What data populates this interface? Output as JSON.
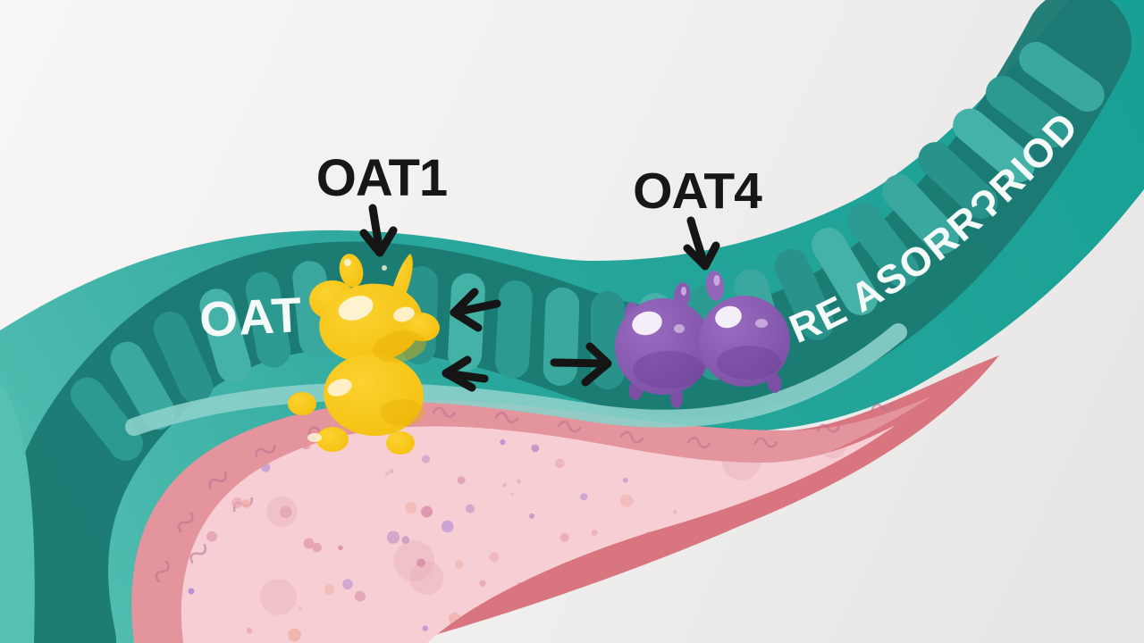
{
  "figure": {
    "labels": {
      "transporter_left": "OAT1",
      "transporter_right": "OAT4",
      "lumen": "OAT",
      "curved_band": "RE ASORRɁRIOD"
    },
    "colors": {
      "background": "#f1f0ef",
      "teal_band": "#2aa79c",
      "teal_band_light": "#56beb2",
      "teal_lumen_dark": "#1b7a73",
      "teal_microvilli": "#35a49b",
      "teal_inner_strip": "#8bd0ca",
      "pink_rim": "#e4949c",
      "pink_light": "#f6ced3",
      "rose_edge": "#d8757f",
      "yellow_transporter": "#f6c513",
      "purple_transporter": "#8a5cb0",
      "arrow": "#151515",
      "label_dark": "#171717",
      "label_light": "#f4faf8"
    }
  }
}
